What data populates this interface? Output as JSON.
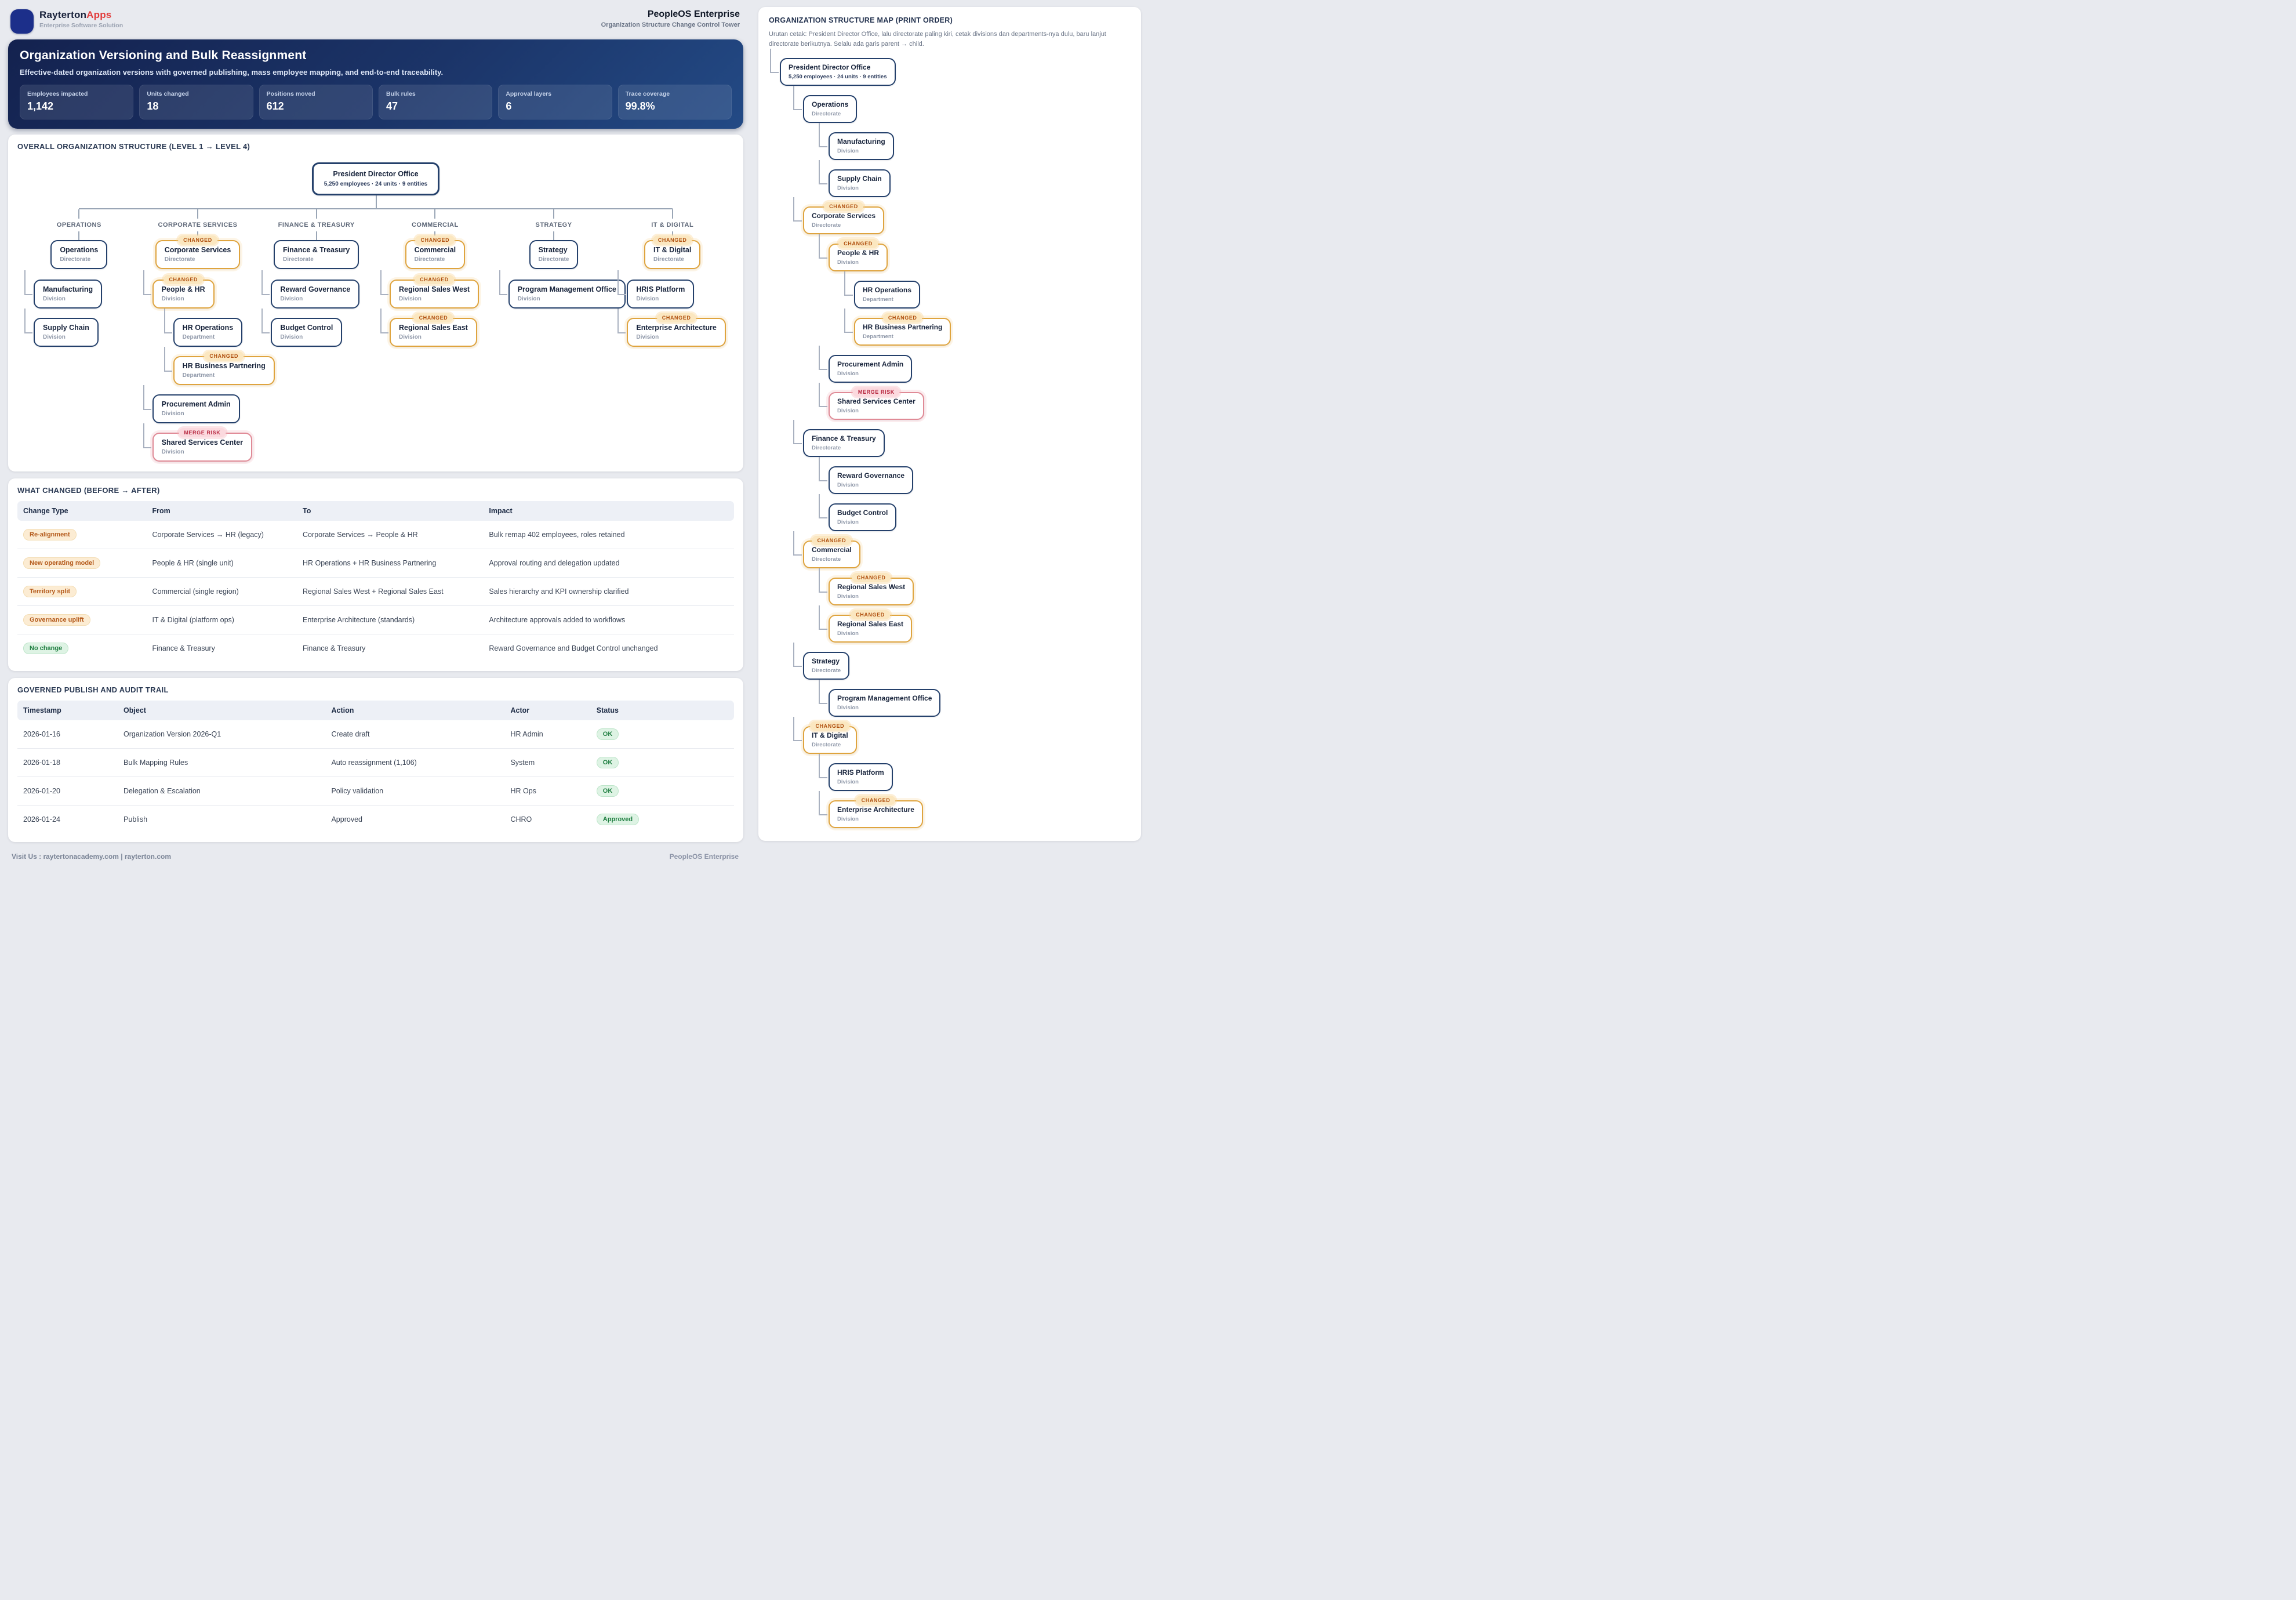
{
  "header": {
    "brand": {
      "name_primary": "Rayterton",
      "name_accent": "Apps",
      "tagline": "Enterprise Software Solution"
    },
    "app_title": "PeopleOS Enterprise",
    "app_subtitle": "Organization Structure Change Control Tower"
  },
  "banner": {
    "title": "Organization Versioning and Bulk Reassignment",
    "subtitle": "Effective-dated organization versions with governed publishing, mass employee mapping, and end-to-end traceability.",
    "stats": [
      {
        "label": "Employees impacted",
        "value": "1,142"
      },
      {
        "label": "Units changed",
        "value": "18"
      },
      {
        "label": "Positions moved",
        "value": "612"
      },
      {
        "label": "Bulk rules",
        "value": "47"
      },
      {
        "label": "Approval layers",
        "value": "6"
      },
      {
        "label": "Trace coverage",
        "value": "99.8%"
      }
    ]
  },
  "org_chart": {
    "section_title": "OVERALL ORGANIZATION STRUCTURE (LEVEL 1 → LEVEL 4)",
    "root": {
      "name": "President Director Office",
      "meta": "5,250 employees · 24 units · 9 entities"
    },
    "badges": {
      "changed": "CHANGED",
      "merge-risk": "MERGE RISK"
    },
    "columns": [
      {
        "label": "OPERATIONS",
        "directorate": {
          "name": "Operations",
          "type": "Directorate",
          "status": "normal"
        },
        "children": [
          {
            "name": "Manufacturing",
            "type": "Division",
            "status": "normal",
            "level": 1
          },
          {
            "name": "Supply Chain",
            "type": "Division",
            "status": "normal",
            "level": 1
          }
        ]
      },
      {
        "label": "CORPORATE SERVICES",
        "directorate": {
          "name": "Corporate Services",
          "type": "Directorate",
          "status": "changed"
        },
        "children": [
          {
            "name": "People & HR",
            "type": "Division",
            "status": "changed",
            "level": 1
          },
          {
            "name": "HR Operations",
            "type": "Department",
            "status": "normal",
            "level": 2
          },
          {
            "name": "HR Business Partnering",
            "type": "Department",
            "status": "changed",
            "level": 2
          },
          {
            "name": "Procurement Admin",
            "type": "Division",
            "status": "normal",
            "level": 1
          },
          {
            "name": "Shared Services Center",
            "type": "Division",
            "status": "merge-risk",
            "level": 1
          }
        ]
      },
      {
        "label": "FINANCE & TREASURY",
        "directorate": {
          "name": "Finance & Treasury",
          "type": "Directorate",
          "status": "normal"
        },
        "children": [
          {
            "name": "Reward Governance",
            "type": "Division",
            "status": "normal",
            "level": 1
          },
          {
            "name": "Budget Control",
            "type": "Division",
            "status": "normal",
            "level": 1
          }
        ]
      },
      {
        "label": "COMMERCIAL",
        "directorate": {
          "name": "Commercial",
          "type": "Directorate",
          "status": "changed"
        },
        "children": [
          {
            "name": "Regional Sales West",
            "type": "Division",
            "status": "changed",
            "level": 1
          },
          {
            "name": "Regional Sales East",
            "type": "Division",
            "status": "changed",
            "level": 1
          }
        ]
      },
      {
        "label": "STRATEGY",
        "directorate": {
          "name": "Strategy",
          "type": "Directorate",
          "status": "normal"
        },
        "children": [
          {
            "name": "Program Management Office",
            "type": "Division",
            "status": "normal",
            "level": 1
          }
        ]
      },
      {
        "label": "IT & DIGITAL",
        "directorate": {
          "name": "IT & Digital",
          "type": "Directorate",
          "status": "changed"
        },
        "children": [
          {
            "name": "HRIS Platform",
            "type": "Division",
            "status": "normal",
            "level": 1
          },
          {
            "name": "Enterprise Architecture",
            "type": "Division",
            "status": "changed",
            "level": 1
          }
        ]
      }
    ]
  },
  "changes_table": {
    "section_title": "WHAT CHANGED (BEFORE → AFTER)",
    "columns": [
      "Change Type",
      "From",
      "To",
      "Impact"
    ],
    "rows": [
      {
        "change_type": "Re-alignment",
        "badge": "orange",
        "from": "Corporate Services → HR (legacy)",
        "to": "Corporate Services → People & HR",
        "impact": "Bulk remap 402 employees, roles retained"
      },
      {
        "change_type": "New operating model",
        "badge": "orange",
        "from": "People & HR (single unit)",
        "to": "HR Operations + HR Business Partnering",
        "impact": "Approval routing and delegation updated"
      },
      {
        "change_type": "Territory split",
        "badge": "orange",
        "from": "Commercial (single region)",
        "to": "Regional Sales West + Regional Sales East",
        "impact": "Sales hierarchy and KPI ownership clarified"
      },
      {
        "change_type": "Governance uplift",
        "badge": "orange",
        "from": "IT & Digital (platform ops)",
        "to": "Enterprise Architecture (standards)",
        "impact": "Architecture approvals added to workflows"
      },
      {
        "change_type": "No change",
        "badge": "green",
        "from": "Finance & Treasury",
        "to": "Finance & Treasury",
        "impact": "Reward Governance and Budget Control unchanged"
      }
    ]
  },
  "audit_table": {
    "section_title": "GOVERNED PUBLISH AND AUDIT TRAIL",
    "columns": [
      "Timestamp",
      "Object",
      "Action",
      "Actor",
      "Status"
    ],
    "rows": [
      {
        "timestamp": "2026-01-16",
        "object": "Organization Version 2026-Q1",
        "action": "Create draft",
        "actor": "HR Admin",
        "status": "OK"
      },
      {
        "timestamp": "2026-01-18",
        "object": "Bulk Mapping Rules",
        "action": "Auto reassignment (1,106)",
        "actor": "System",
        "status": "OK"
      },
      {
        "timestamp": "2026-01-20",
        "object": "Delegation & Escalation",
        "action": "Policy validation",
        "actor": "HR Ops",
        "status": "OK"
      },
      {
        "timestamp": "2026-01-24",
        "object": "Publish",
        "action": "Approved",
        "actor": "CHRO",
        "status": "Approved"
      }
    ]
  },
  "footer": {
    "left": "Visit Us : raytertonacademy.com | rayterton.com",
    "right": "PeopleOS Enterprise"
  },
  "print_panel": {
    "title": "ORGANIZATION STRUCTURE MAP (PRINT ORDER)",
    "description": "Urutan cetak: President Director Office, lalu directorate paling kiri, cetak divisions dan departments-nya dulu, baru lanjut directorate berikutnya. Selalu ada garis parent → child.",
    "items": [
      {
        "name": "President Director Office",
        "type": "5,250 employees · 24 units · 9 entities",
        "level": 0,
        "status": "normal"
      },
      {
        "name": "Operations",
        "type": "Directorate",
        "level": 1,
        "status": "normal"
      },
      {
        "name": "Manufacturing",
        "type": "Division",
        "level": 2,
        "status": "normal"
      },
      {
        "name": "Supply Chain",
        "type": "Division",
        "level": 2,
        "status": "normal"
      },
      {
        "name": "Corporate Services",
        "type": "Directorate",
        "level": 1,
        "status": "changed"
      },
      {
        "name": "People & HR",
        "type": "Division",
        "level": 2,
        "status": "changed"
      },
      {
        "name": "HR Operations",
        "type": "Department",
        "level": 3,
        "status": "normal"
      },
      {
        "name": "HR Business Partnering",
        "type": "Department",
        "level": 3,
        "status": "changed"
      },
      {
        "name": "Procurement Admin",
        "type": "Division",
        "level": 2,
        "status": "normal"
      },
      {
        "name": "Shared Services Center",
        "type": "Division",
        "level": 2,
        "status": "merge-risk"
      },
      {
        "name": "Finance & Treasury",
        "type": "Directorate",
        "level": 1,
        "status": "normal"
      },
      {
        "name": "Reward Governance",
        "type": "Division",
        "level": 2,
        "status": "normal"
      },
      {
        "name": "Budget Control",
        "type": "Division",
        "level": 2,
        "status": "normal"
      },
      {
        "name": "Commercial",
        "type": "Directorate",
        "level": 1,
        "status": "changed"
      },
      {
        "name": "Regional Sales West",
        "type": "Division",
        "level": 2,
        "status": "changed"
      },
      {
        "name": "Regional Sales East",
        "type": "Division",
        "level": 2,
        "status": "changed"
      },
      {
        "name": "Strategy",
        "type": "Directorate",
        "level": 1,
        "status": "normal"
      },
      {
        "name": "Program Management Office",
        "type": "Division",
        "level": 2,
        "status": "normal"
      },
      {
        "name": "IT & Digital",
        "type": "Directorate",
        "level": 1,
        "status": "changed"
      },
      {
        "name": "HRIS Platform",
        "type": "Division",
        "level": 2,
        "status": "normal"
      },
      {
        "name": "Enterprise Architecture",
        "type": "Division",
        "level": 2,
        "status": "changed"
      }
    ]
  },
  "colors": {
    "brand_accent": "#e23b3b",
    "banner_navy": "#1b3468",
    "node_border": "#24406b",
    "changed_accent": "#dfa43e",
    "merge_risk_accent": "#e08a96",
    "ok_green": "#1e7e40",
    "badge_orange_text": "#b45a1b"
  }
}
